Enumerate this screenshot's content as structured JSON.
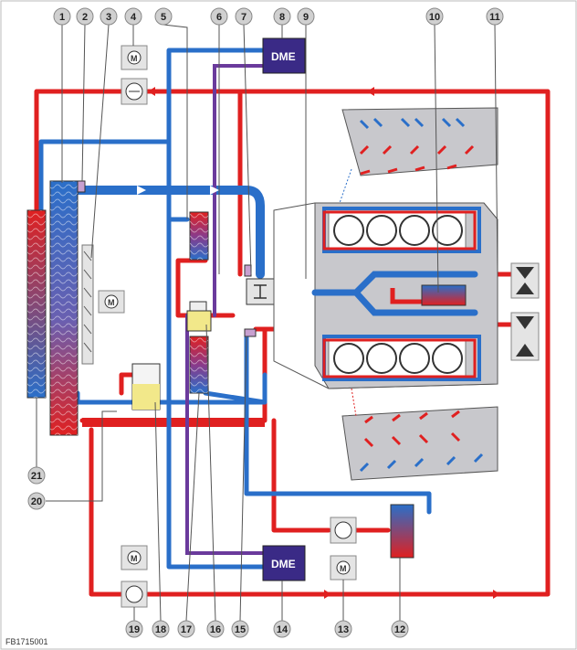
{
  "figure_code": "FB1715001",
  "module_label": "DME",
  "callouts": {
    "c1": "1",
    "c2": "2",
    "c3": "3",
    "c4": "4",
    "c5": "5",
    "c6": "6",
    "c7": "7",
    "c8": "8",
    "c9": "9",
    "c10": "10",
    "c11": "11",
    "c12": "12",
    "c13": "13",
    "c14": "14",
    "c15": "15",
    "c16": "16",
    "c17": "17",
    "c18": "18",
    "c19": "19",
    "c20": "20",
    "c21": "21"
  },
  "colors": {
    "hot": "#e02020",
    "cold": "#2a6fc9",
    "electric": "#6a3a9c",
    "dme_block": "#3a2a86",
    "engine_fill": "#c8c8cc",
    "callout_fill": "#d0d0d0",
    "expansion_fluid": "#f2e88a"
  }
}
